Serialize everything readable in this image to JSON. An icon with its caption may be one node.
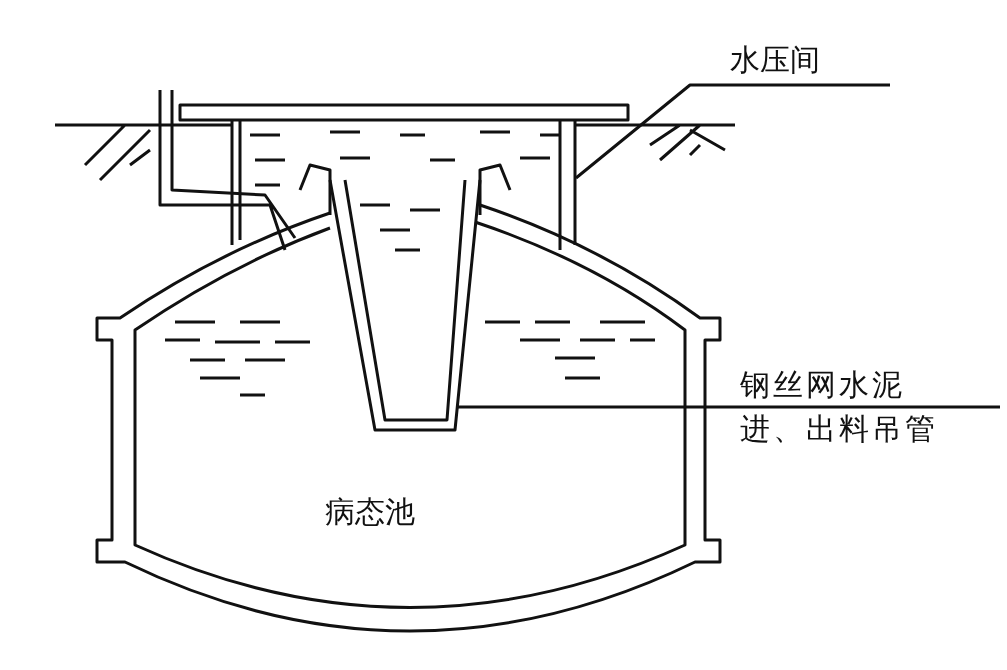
{
  "diagram": {
    "nodes": [
      {
        "text": [
          "水压间"
        ]
      },
      {
        "text": [],
        "shape": "box"
      },
      {
        "text": [
          "钢丝网水泥进、出料吊管"
        ]
      },
      {
        "text": [],
        "shape": "box"
      },
      {
        "text": [
          "病态池"
        ]
      }
    ],
    "edges": [
      {
        "from": 0,
        "to": 1,
        "arrow": "none"
      },
      {
        "from": 2,
        "to": 3,
        "arrow": "none"
      }
    ]
  }
}
